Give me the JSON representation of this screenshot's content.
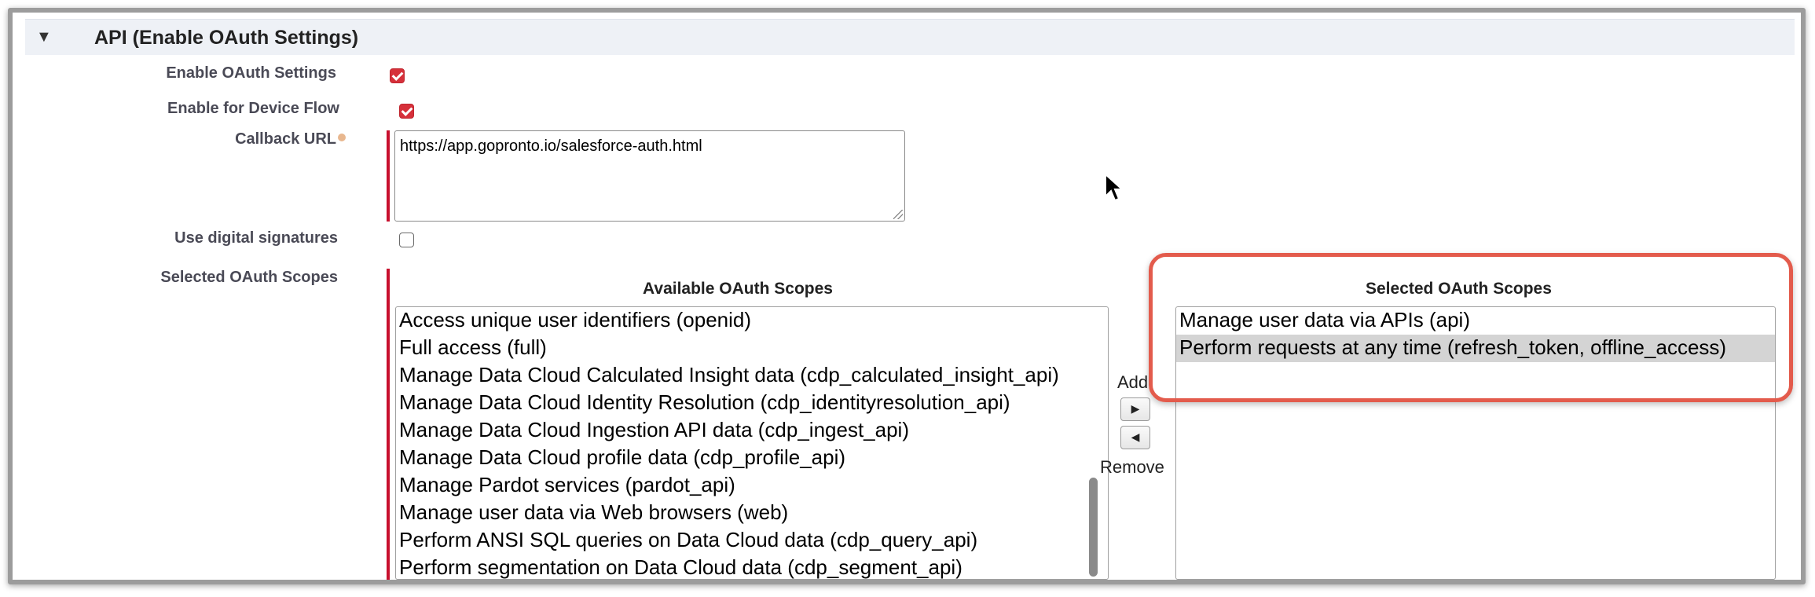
{
  "section": {
    "title": "API (Enable OAuth Settings)",
    "toggle_icon": "triangle-down-icon"
  },
  "fields": {
    "enable_oauth": {
      "label": "Enable OAuth Settings",
      "checked": true
    },
    "device_flow": {
      "label": "Enable for Device Flow",
      "checked": true
    },
    "callback_url": {
      "label": "Callback URL",
      "value": "https://app.gopronto.io/salesforce-auth.html"
    },
    "digital_signatures": {
      "label": "Use digital signatures",
      "checked": false
    },
    "selected_scopes": {
      "label": "Selected OAuth Scopes"
    }
  },
  "available_scopes": {
    "title": "Available OAuth Scopes",
    "items": [
      "Access unique user identifiers (openid)",
      "Full access (full)",
      "Manage Data Cloud Calculated Insight data (cdp_calculated_insight_api)",
      "Manage Data Cloud Identity Resolution (cdp_identityresolution_api)",
      "Manage Data Cloud Ingestion API data (cdp_ingest_api)",
      "Manage Data Cloud profile data (cdp_profile_api)",
      "Manage Pardot services (pardot_api)",
      "Manage user data via Web browsers (web)",
      "Perform ANSI SQL queries on Data Cloud data (cdp_query_api)",
      "Perform segmentation on Data Cloud data (cdp_segment_api)"
    ]
  },
  "controls": {
    "add_label": "Add",
    "remove_label": "Remove",
    "add_icon": "arrow-right-icon",
    "remove_icon": "arrow-left-icon"
  },
  "selected_scopes": {
    "title": "Selected OAuth Scopes",
    "items": [
      "Manage user data via APIs (api)",
      "Perform requests at any time (refresh_token, offline_access)"
    ],
    "highlighted_index": 1
  },
  "colors": {
    "accent_red": "#d6303a",
    "highlight_outline": "#e35b4c",
    "required_bar": "#c8102e",
    "header_bg": "#eef1f6"
  }
}
